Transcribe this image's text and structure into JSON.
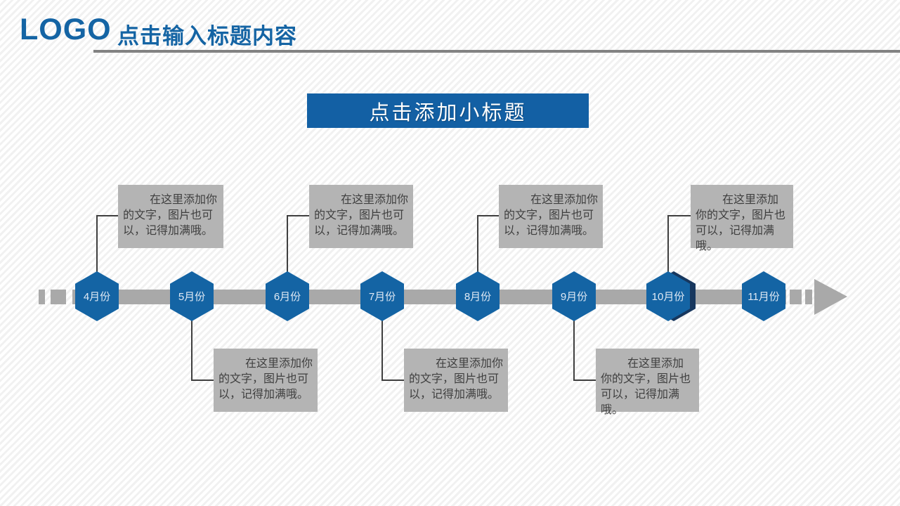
{
  "slide": {
    "header": {
      "logo": "LOGO",
      "title": "点击输入标题内容"
    },
    "subtitle": "点击添加小标题",
    "timeline": {
      "note": "在这里添加你的文字，图片也可以，记得加满哦。",
      "months": [
        {
          "id": "apr",
          "label": "4月份"
        },
        {
          "id": "may",
          "label": "5月份"
        },
        {
          "id": "jun",
          "label": "6月份"
        },
        {
          "id": "jul",
          "label": "7月份"
        },
        {
          "id": "aug",
          "label": "8月份"
        },
        {
          "id": "sep",
          "label": "9月份"
        },
        {
          "id": "oct",
          "label": "10月份"
        },
        {
          "id": "nov",
          "label": "11月份"
        }
      ]
    },
    "colors": {
      "accent_blue": "#1464a4",
      "dark_navy": "#17375e",
      "bar_gray": "#a9a9a9",
      "note_bg": "#b4b4b4",
      "note_text": "#3f3f3f",
      "rule_gray": "#828282"
    },
    "icons": {
      "arrow": "right-arrow-icon"
    }
  }
}
